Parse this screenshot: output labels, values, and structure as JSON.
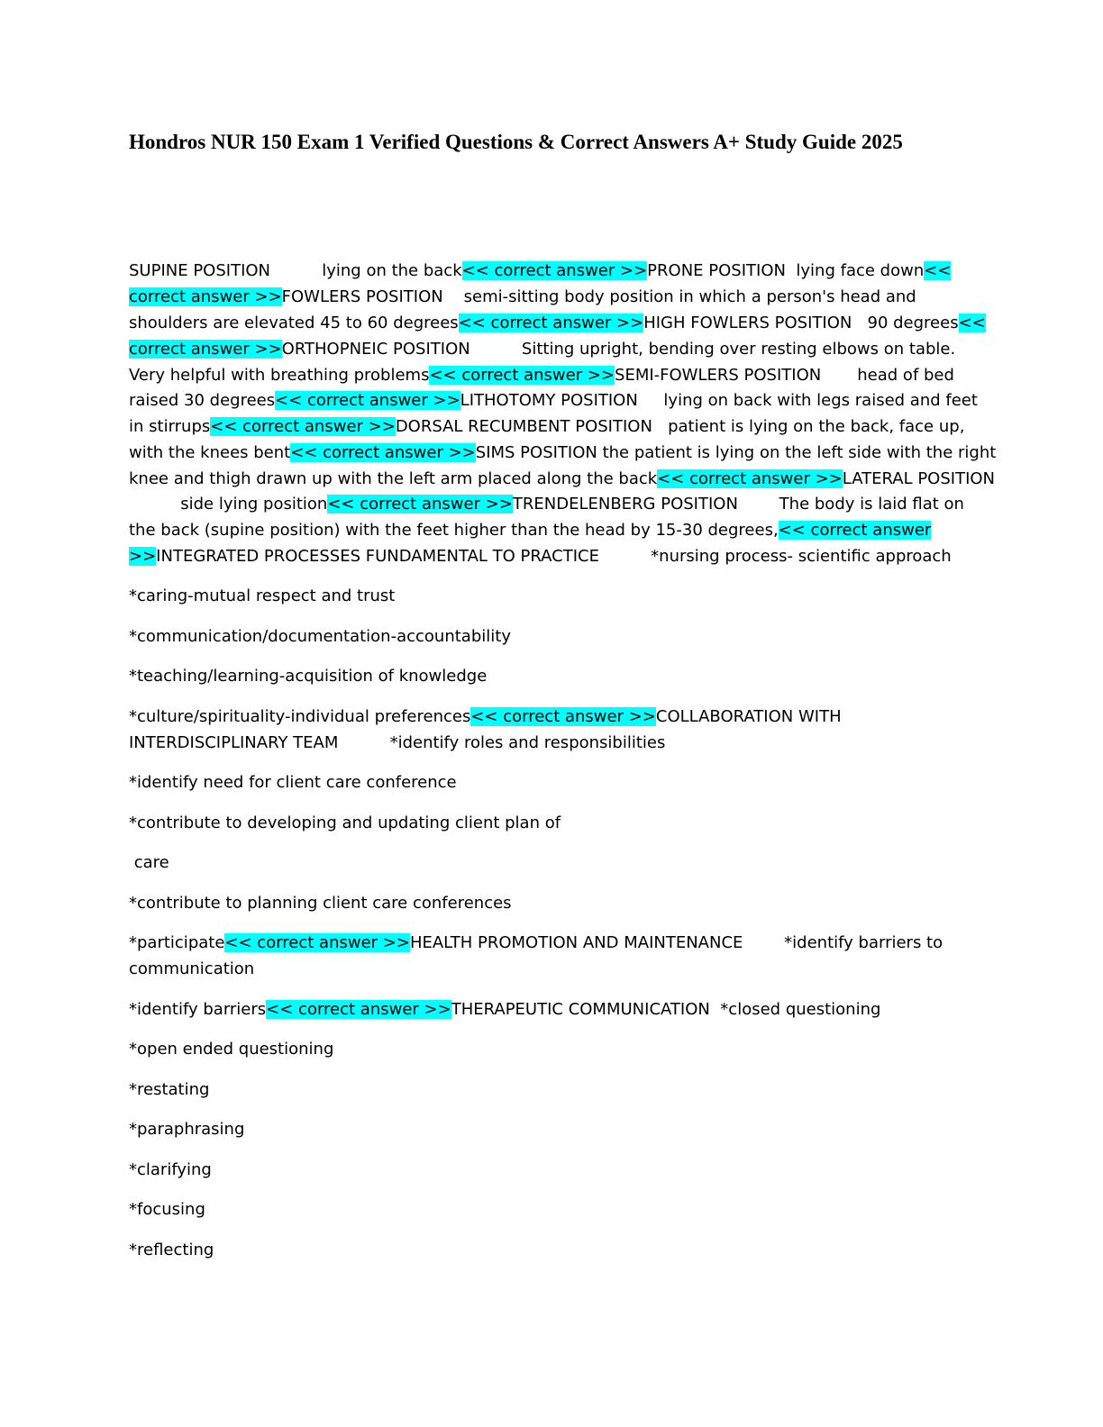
{
  "document": {
    "title": "Hondros NUR 150 Exam 1 Verified Questions & Correct Answers A+ Study Guide 2025",
    "lines": [
      [
        [
          "SUPINE POSITION          lying on the back",
          false
        ],
        [
          "<< correct answer >>",
          true
        ],
        [
          "PRONE POSITION  lying face down",
          false
        ],
        [
          "<<",
          true
        ]
      ],
      [
        [
          "correct answer >>",
          true
        ],
        [
          "FOWLERS POSITION    semi-sitting body position in which a person's head and",
          false
        ]
      ],
      [
        [
          "shoulders are elevated 45 to 60 degrees",
          false
        ],
        [
          "<< correct answer >>",
          true
        ],
        [
          "HIGH FOWLERS POSITION   90 degrees",
          false
        ],
        [
          "<<",
          true
        ]
      ],
      [
        [
          "correct answer >>",
          true
        ],
        [
          "ORTHOPNEIC POSITION          Sitting upright, bending over resting elbows on table.",
          false
        ]
      ],
      [
        [
          "Very helpful with breathing problems",
          false
        ],
        [
          "<< correct answer >>",
          true
        ],
        [
          "SEMI-FOWLERS POSITION       head of bed",
          false
        ]
      ],
      [
        [
          "raised 30 degrees",
          false
        ],
        [
          "<< correct answer >>",
          true
        ],
        [
          "LITHOTOMY POSITION     lying on back with legs raised and feet",
          false
        ]
      ],
      [
        [
          "in stirrups",
          false
        ],
        [
          "<< correct answer >>",
          true
        ],
        [
          "DORSAL RECUMBENT POSITION   patient is lying on the back, face up,",
          false
        ]
      ],
      [
        [
          "with the knees bent",
          false
        ],
        [
          "<< correct answer >>",
          true
        ],
        [
          "SIMS POSITION the patient is lying on the left side with the right",
          false
        ]
      ],
      [
        [
          "knee and thigh drawn up with the left arm placed along the back",
          false
        ],
        [
          "<< correct answer >>",
          true
        ],
        [
          "LATERAL POSITION",
          false
        ]
      ],
      [
        [
          "          side lying position",
          false
        ],
        [
          "<< correct answer >>",
          true
        ],
        [
          "TRENDELENBERG POSITION        The body is laid flat on",
          false
        ]
      ],
      [
        [
          "the back (supine position) with the feet higher than the head by 15-30 degrees,",
          false
        ],
        [
          "<< correct answer",
          true
        ]
      ],
      [
        [
          ">>",
          true
        ],
        [
          "INTEGRATED PROCESSES FUNDAMENTAL TO PRACTICE          *nursing process- scientific approach",
          false
        ]
      ],
      [
        [
          "*caring-mutual respect and trust",
          false
        ]
      ],
      [
        [
          "*communication/documentation-accountability",
          false
        ]
      ],
      [
        [
          "*teaching/learning-acquisition of knowledge",
          false
        ]
      ],
      [
        [
          "*culture/spirituality-individual preferences",
          false
        ],
        [
          "<< correct answer >>",
          true
        ],
        [
          "COLLABORATION WITH",
          false
        ]
      ],
      [
        [
          "INTERDISCIPLINARY TEAM          *identify roles and responsibilities",
          false
        ]
      ],
      [
        [
          "*identify need for client care conference",
          false
        ]
      ],
      [
        [
          "*contribute to developing and updating client plan of",
          false
        ]
      ],
      [
        [
          " care",
          false
        ]
      ],
      [
        [
          "*contribute to planning client care conferences",
          false
        ]
      ],
      [
        [
          "*participate",
          false
        ],
        [
          "<< correct answer >>",
          true
        ],
        [
          "HEALTH PROMOTION AND MAINTENANCE        *identify barriers to",
          false
        ]
      ],
      [
        [
          "communication",
          false
        ]
      ],
      [
        [
          "*identify barriers",
          false
        ],
        [
          "<< correct answer >>",
          true
        ],
        [
          "THERAPEUTIC COMMUNICATION  *closed questioning",
          false
        ]
      ],
      [
        [
          "*open ended questioning",
          false
        ]
      ],
      [
        [
          "*restating",
          false
        ]
      ],
      [
        [
          "*paraphrasing",
          false
        ]
      ],
      [
        [
          "*clarifying",
          false
        ]
      ],
      [
        [
          "*focusing",
          false
        ]
      ],
      [
        [
          "*reflecting",
          false
        ]
      ]
    ]
  },
  "colors": {
    "highlight": "#00ffff",
    "text": "#000000",
    "background": "#ffffff"
  }
}
